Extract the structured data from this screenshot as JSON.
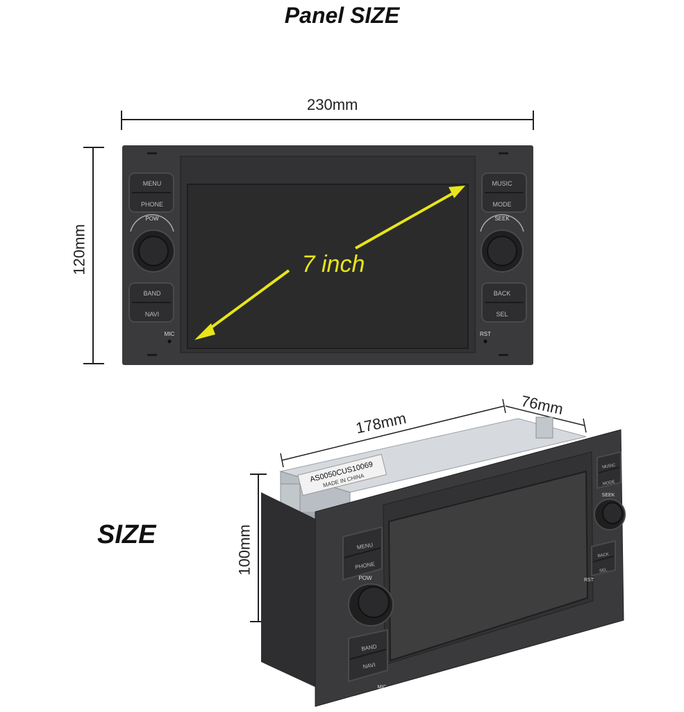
{
  "heading": "Panel SIZE",
  "side_heading": "SIZE",
  "front_view": {
    "width_label": "230mm",
    "height_label": "120mm",
    "diagonal_label": "7 inch",
    "left_buttons": {
      "top": [
        "MENU",
        "PHONE"
      ],
      "knob_label": "POW",
      "bottom": [
        "BAND",
        "NAVI"
      ],
      "hole_label": "MIC"
    },
    "right_buttons": {
      "top": [
        "MUSIC",
        "MODE"
      ],
      "knob_label": "SEEK",
      "bottom": [
        "BACK",
        "SEL"
      ],
      "hole_label": "RST"
    }
  },
  "side_view": {
    "depth_label": "178mm",
    "depth2_label": "76mm",
    "height_label": "100mm",
    "sticker_line1": "AS0050CUS10069",
    "sticker_line2": "MADE IN CHINA",
    "left_buttons": {
      "top": [
        "MENU",
        "PHONE"
      ],
      "knob_label": "POW",
      "bottom": [
        "BAND",
        "NAVI"
      ],
      "hole_label": "MIC"
    },
    "right_buttons": {
      "top": [
        "MUSIC",
        "MODE"
      ],
      "knob_label": "SEEK",
      "bottom": [
        "BACK",
        "SEL"
      ],
      "hole_label": "RST"
    }
  },
  "colors": {
    "panel": "#3a3a3c",
    "screen": "#2a2a2a",
    "arrow": "#e8e51a",
    "chassis": "#c8cdd2"
  }
}
